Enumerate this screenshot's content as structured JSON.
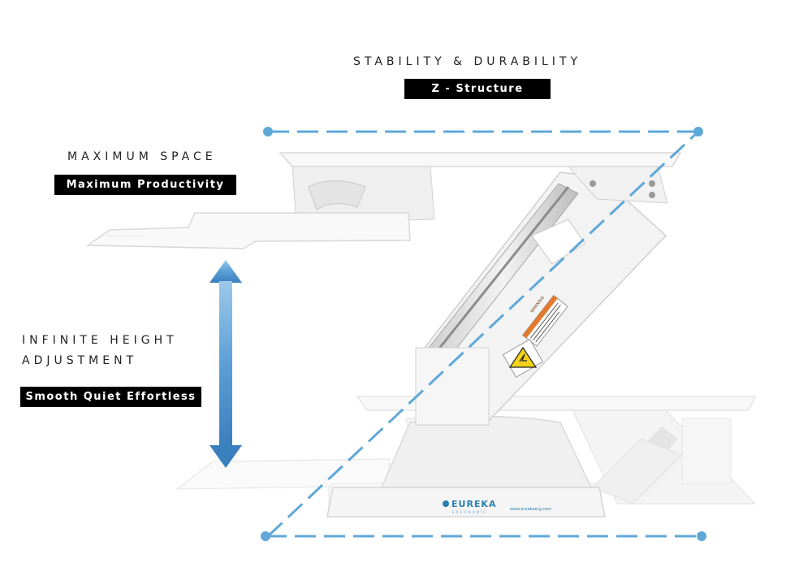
{
  "features": {
    "stability": {
      "heading": "STABILITY & DURABILITY",
      "tag": "Z - Structure"
    },
    "space": {
      "heading": "MAXIMUM SPACE",
      "tag": "Maximum Productivity"
    },
    "height": {
      "heading_line1": "INFINITE HEIGHT",
      "heading_line2": "ADJUSTMENT",
      "tag": "Smooth Quiet Effortless"
    }
  },
  "product": {
    "brand": "EUREKA",
    "brand_sub": "ERGONOMIC",
    "website": "www.eurekaerg.com",
    "warning_label": "WARNING"
  },
  "colors": {
    "accent_blue": "#5fa8d8",
    "desk_white": "#f7f7f7",
    "desk_outline": "#dcdcdc",
    "tag_black": "#000000"
  },
  "icons": [
    "height-adjust-arrow-icon",
    "warning-triangle-icon",
    "eureka-logo-icon"
  ]
}
